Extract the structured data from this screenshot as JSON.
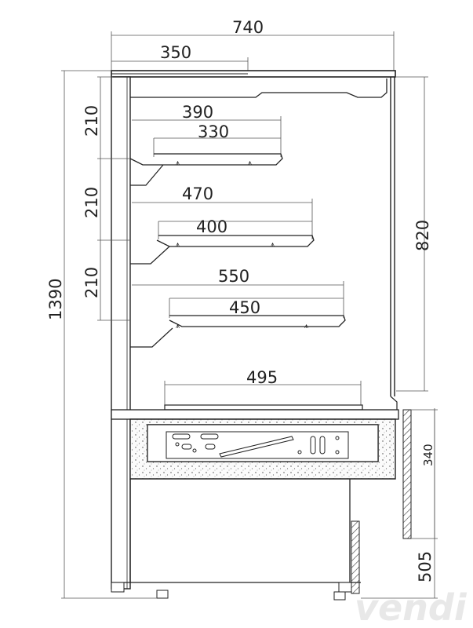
{
  "dimensions": {
    "total_depth": "740",
    "top_depth": "350",
    "shelf1_outer": "390",
    "shelf1_inner": "330",
    "shelf2_outer": "470",
    "shelf2_inner": "400",
    "shelf3_outer": "550",
    "shelf3_inner": "450",
    "base_depth": "495",
    "shelf_spacing_1": "210",
    "shelf_spacing_2": "210",
    "shelf_spacing_3": "210",
    "total_height": "1390",
    "display_height": "820",
    "front_panel_height": "340",
    "base_height": "505"
  },
  "watermark": "vendi"
}
